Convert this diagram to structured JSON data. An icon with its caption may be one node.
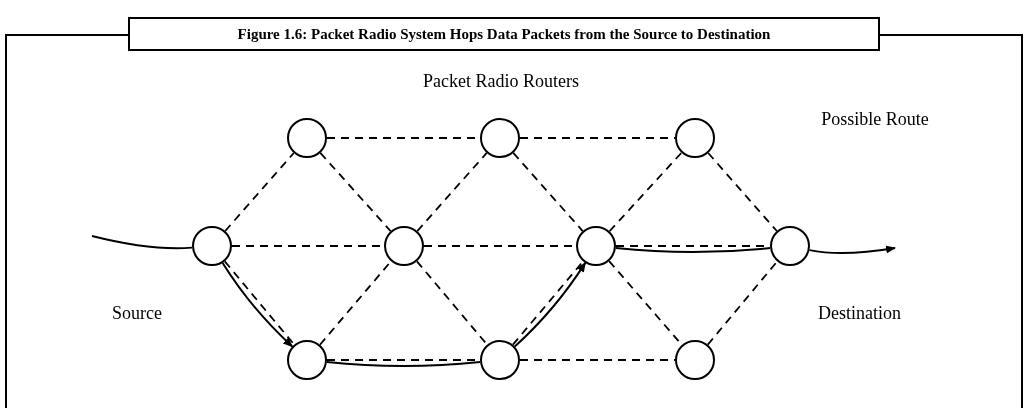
{
  "diagram": {
    "title": "Figure 1.6: Packet Radio System Hops Data Packets from the Source to Destination",
    "nodes": [
      {
        "text": [],
        "shape": "circle"
      },
      {
        "text": [],
        "shape": "circle"
      },
      {
        "text": [],
        "shape": "circle"
      },
      {
        "text": [],
        "shape": "circle"
      },
      {
        "text": [],
        "shape": "circle"
      },
      {
        "text": [],
        "shape": "circle"
      },
      {
        "text": [],
        "shape": "circle"
      },
      {
        "text": [],
        "shape": "circle"
      },
      {
        "text": [],
        "shape": "circle"
      },
      {
        "text": [],
        "shape": "circle"
      }
    ],
    "edges": [
      {
        "from": 0,
        "to": 1,
        "arrow": "none",
        "style": "dashed"
      },
      {
        "from": 1,
        "to": 2,
        "arrow": "none",
        "style": "dashed"
      },
      {
        "from": 3,
        "to": 4,
        "arrow": "none",
        "style": "dashed"
      },
      {
        "from": 4,
        "to": 5,
        "arrow": "none",
        "style": "dashed"
      },
      {
        "from": 5,
        "to": 6,
        "arrow": "none",
        "style": "dashed"
      },
      {
        "from": 7,
        "to": 8,
        "arrow": "none",
        "style": "dashed"
      },
      {
        "from": 8,
        "to": 9,
        "arrow": "none",
        "style": "dashed"
      },
      {
        "from": 3,
        "to": 0,
        "arrow": "none",
        "style": "dashed"
      },
      {
        "from": 0,
        "to": 4,
        "arrow": "none",
        "style": "dashed"
      },
      {
        "from": 4,
        "to": 1,
        "arrow": "none",
        "style": "dashed"
      },
      {
        "from": 1,
        "to": 5,
        "arrow": "none",
        "style": "dashed"
      },
      {
        "from": 5,
        "to": 2,
        "arrow": "none",
        "style": "dashed"
      },
      {
        "from": 2,
        "to": 6,
        "arrow": "none",
        "style": "dashed"
      },
      {
        "from": 3,
        "to": 7,
        "arrow": "none",
        "style": "dashed"
      },
      {
        "from": 7,
        "to": 4,
        "arrow": "none",
        "style": "dashed"
      },
      {
        "from": 4,
        "to": 8,
        "arrow": "none",
        "style": "dashed"
      },
      {
        "from": 8,
        "to": 5,
        "arrow": "none",
        "style": "dashed"
      },
      {
        "from": 5,
        "to": 9,
        "arrow": "none",
        "style": "dashed"
      },
      {
        "from": 9,
        "to": 6,
        "arrow": "none",
        "style": "dashed"
      },
      {
        "from": null,
        "to": 3,
        "arrow": "none"
      },
      {
        "from": 3,
        "to": 7,
        "arrow": "to"
      },
      {
        "from": 7,
        "to": 8,
        "arrow": "none"
      },
      {
        "from": 8,
        "to": 5,
        "arrow": "to"
      },
      {
        "from": 5,
        "to": 6,
        "arrow": "none"
      },
      {
        "from": 6,
        "to": null,
        "arrow": "to"
      }
    ],
    "labels": [
      "Packet Radio Routers",
      "Possible Route",
      "Source",
      "Destination"
    ]
  }
}
